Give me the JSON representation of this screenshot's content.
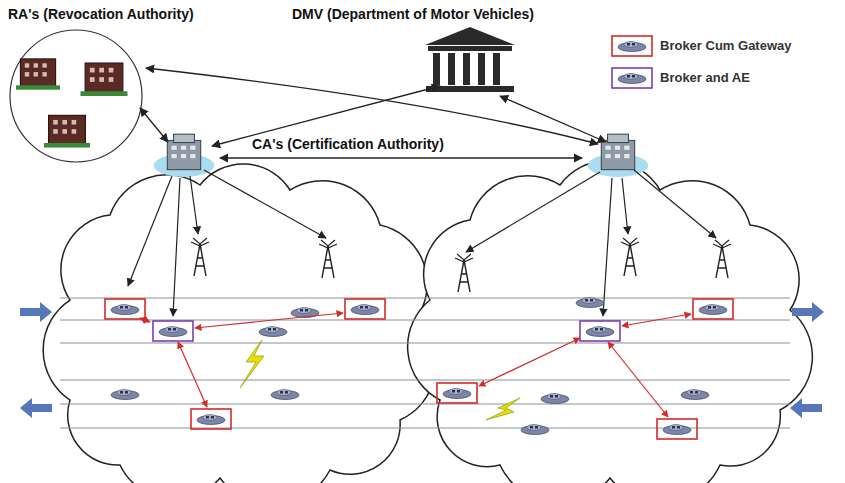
{
  "diagram": {
    "nodes": [
      {
        "text": [
          "RA's (Revocation Authority)"
        ]
      },
      {
        "text": [
          "DMV (Department of Motor Vehicles)"
        ]
      }
    ],
    "labels": [
      "CA's (Certification Authority)"
    ],
    "legend": [
      {
        "text": "Broker Cum Gateway"
      },
      {
        "text": "Broker and AE"
      }
    ]
  }
}
